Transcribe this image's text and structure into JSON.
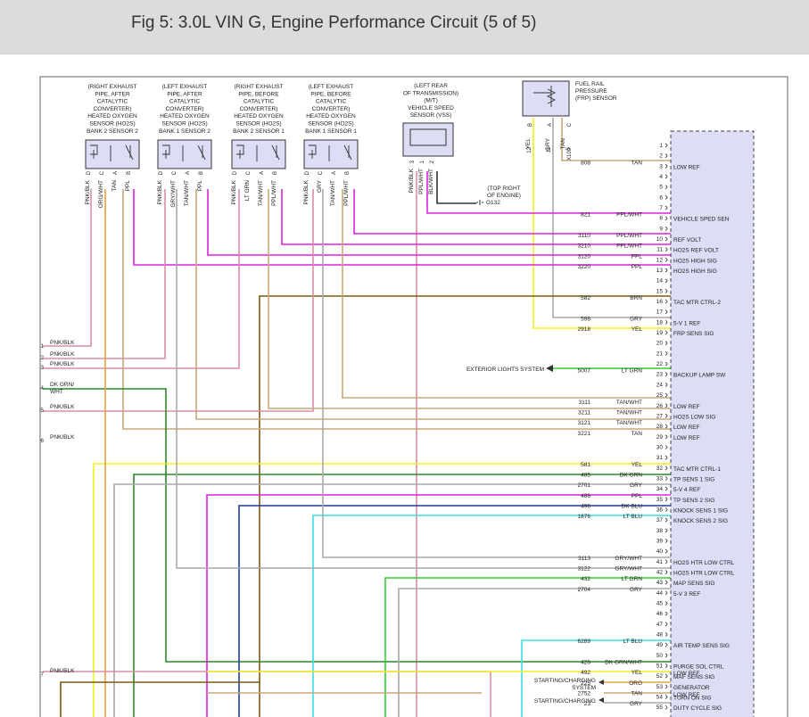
{
  "header": {
    "title": "Fig 5: 3.0L VIN G, Engine Performance Circuit (5 of 5)"
  },
  "sensors": [
    {
      "lines": [
        "(RIGHT EXHAUST",
        "PIPE, AFTER",
        "CATALYTIC",
        "CONVERTER)",
        "HEATED OXYGEN",
        "SENSOR (HO2S)",
        "BANK 2 SENSOR 2"
      ],
      "pins": [
        "D",
        "C",
        "A",
        "B"
      ],
      "wires": [
        "PNK/BLK",
        "ORG/WHT",
        "TAN",
        "PPL"
      ]
    },
    {
      "lines": [
        "(LEFT EXHAUST",
        "PIPE, AFTER",
        "CATALYTIC",
        "CONVERTER)",
        "HEATED OXYGEN",
        "SENSOR (HO2S)",
        "BANK 1 SENSOR 2"
      ],
      "pins": [
        "D",
        "C",
        "A",
        "B"
      ],
      "wires": [
        "PNK/BLK",
        "GRY/WHT",
        "TAN/WHT",
        "PPL"
      ]
    },
    {
      "lines": [
        "(RIGHT EXHAUST",
        "PIPE, BEFORE",
        "CATALYTIC",
        "CONVERTER)",
        "HEATED OXYGEN",
        "SENSOR (HO2S)",
        "BANK 2 SENSOR 1"
      ],
      "pins": [
        "D",
        "C",
        "A",
        "B"
      ],
      "wires": [
        "PNK/BLK",
        "LT GRN",
        "TAN/WHT",
        "PPL/WHT"
      ]
    },
    {
      "lines": [
        "(LEFT EXHAUST",
        "PIPE, BEFORE",
        "CATALYTIC",
        "CONVERTER)",
        "HEATED OXYGEN",
        "SENSOR (HO2S)",
        "BANK 1 SENSOR 1"
      ],
      "pins": [
        "D",
        "C",
        "A",
        "B"
      ],
      "wires": [
        "PNK/BLK",
        "GRY",
        "TAN/WHT",
        "PPL/WHT"
      ]
    }
  ],
  "vss": {
    "lines": [
      "(LEFT REAR",
      "OF TRANSMISSION)",
      "(M/T)",
      "VEHICLE SPEED",
      "SENSOR (VSS)"
    ],
    "pins": [
      "3",
      "1",
      "2"
    ],
    "wires": [
      "PNK/BLK",
      "PPL/WHT",
      "BLK/WHT"
    ],
    "ground_note": [
      "(TOP RIGHT",
      "OF ENGINE)"
    ],
    "ground": "G132"
  },
  "frp": {
    "lines": [
      "FUEL RAIL",
      "PRESSURE",
      "(FRP) SENSOR"
    ],
    "pins": [
      "B",
      "A",
      "C"
    ],
    "wires": [
      "YEL",
      "GRY",
      "TAN"
    ],
    "nums": [
      "12",
      "11",
      "5"
    ],
    "mark": "X100"
  },
  "left_pins": [
    {
      "num": "1",
      "wire": "PNK/BLK"
    },
    {
      "num": "2",
      "wire": "PNK/BLK"
    },
    {
      "num": "3",
      "wire": "PNK/BLK"
    },
    {
      "num": "4",
      "wire": "DK GRN/",
      "wire2": "WHT"
    },
    {
      "num": "5",
      "wire": "PNK/BLK"
    },
    {
      "num": "6",
      "wire": "PNK/BLK"
    },
    {
      "num": "7",
      "wire": "PNK/BLK"
    }
  ],
  "pcm_pins": [
    {
      "n": "1",
      "c": "",
      "w": "",
      "f": ""
    },
    {
      "n": "2",
      "c": "",
      "w": "",
      "f": ""
    },
    {
      "n": "3",
      "c": "808",
      "w": "TAN",
      "f": "LOW REF"
    },
    {
      "n": "4",
      "c": "",
      "w": "",
      "f": ""
    },
    {
      "n": "5",
      "c": "",
      "w": "",
      "f": ""
    },
    {
      "n": "6",
      "c": "",
      "w": "",
      "f": ""
    },
    {
      "n": "7",
      "c": "",
      "w": "",
      "f": ""
    },
    {
      "n": "8",
      "c": "821",
      "w": "PPL/WHT",
      "f": "VEHICLE SPED SEN"
    },
    {
      "n": "9",
      "c": "",
      "w": "",
      "f": ""
    },
    {
      "n": "10",
      "c": "3110",
      "w": "PPL/WHT",
      "f": "REF VOLT"
    },
    {
      "n": "11",
      "c": "3210",
      "w": "PPL/WHT",
      "f": "HO2S REF VOLT"
    },
    {
      "n": "12",
      "c": "3120",
      "w": "PPL",
      "f": "HO2S HIGH SIG"
    },
    {
      "n": "13",
      "c": "3220",
      "w": "PPL",
      "f": "HO2S HIGH SIG"
    },
    {
      "n": "14",
      "c": "",
      "w": "",
      "f": ""
    },
    {
      "n": "15",
      "c": "",
      "w": "",
      "f": ""
    },
    {
      "n": "16",
      "c": "582",
      "w": "BRN",
      "f": "TAC MTR CTRL-2"
    },
    {
      "n": "17",
      "c": "",
      "w": "",
      "f": ""
    },
    {
      "n": "18",
      "c": "598",
      "w": "GRY",
      "f": "5-V 1 REF"
    },
    {
      "n": "19",
      "c": "2918",
      "w": "YEL",
      "f": "FRP SENS SIG"
    },
    {
      "n": "20",
      "c": "",
      "w": "",
      "f": ""
    },
    {
      "n": "21",
      "c": "",
      "w": "",
      "f": ""
    },
    {
      "n": "22",
      "c": "",
      "w": "",
      "f": ""
    },
    {
      "n": "23",
      "c": "5007",
      "w": "LT GRN",
      "f": "BACKUP LAMP SW"
    },
    {
      "n": "24",
      "c": "",
      "w": "",
      "f": ""
    },
    {
      "n": "25",
      "c": "",
      "w": "",
      "f": ""
    },
    {
      "n": "26",
      "c": "3111",
      "w": "TAN/WHT",
      "f": "LOW REF"
    },
    {
      "n": "27",
      "c": "3211",
      "w": "TAN/WHT",
      "f": "HO2S LOW SIG"
    },
    {
      "n": "28",
      "c": "3121",
      "w": "TAN/WHT",
      "f": "LOW REF"
    },
    {
      "n": "29",
      "c": "3221",
      "w": "TAN",
      "f": "LOW REF"
    },
    {
      "n": "30",
      "c": "",
      "w": "",
      "f": ""
    },
    {
      "n": "31",
      "c": "",
      "w": "",
      "f": ""
    },
    {
      "n": "32",
      "c": "581",
      "w": "YEL",
      "f": "TAC MTR CTRL-1"
    },
    {
      "n": "33",
      "c": "485",
      "w": "DK GRN",
      "f": "TP SENS 1 SIG"
    },
    {
      "n": "34",
      "c": "2701",
      "w": "GRY",
      "f": "5-V 4 REF"
    },
    {
      "n": "35",
      "c": "486",
      "w": "PPL",
      "f": "TP SENS 2 SIG"
    },
    {
      "n": "36",
      "c": "496",
      "w": "DK BLU",
      "f": "KNOCK SENS 1 SIG"
    },
    {
      "n": "37",
      "c": "1876",
      "w": "LT BLU",
      "f": "KNOCK SENS 2 SIG"
    },
    {
      "n": "38",
      "c": "",
      "w": "",
      "f": ""
    },
    {
      "n": "39",
      "c": "",
      "w": "",
      "f": ""
    },
    {
      "n": "40",
      "c": "",
      "w": "",
      "f": ""
    },
    {
      "n": "41",
      "c": "3113",
      "w": "GRY/WHT",
      "f": "HO2S HTR LOW CTRL"
    },
    {
      "n": "42",
      "c": "3122",
      "w": "GRY/WHT",
      "f": "HO2S HTR LOW CTRL"
    },
    {
      "n": "43",
      "c": "432",
      "w": "LT GRN",
      "f": "MAP SENS SIG"
    },
    {
      "n": "44",
      "c": "2704",
      "w": "GRY",
      "f": "5-V 3 REF"
    },
    {
      "n": "45",
      "c": "",
      "w": "",
      "f": ""
    },
    {
      "n": "46",
      "c": "",
      "w": "",
      "f": ""
    },
    {
      "n": "47",
      "c": "",
      "w": "",
      "f": ""
    },
    {
      "n": "48",
      "c": "",
      "w": "",
      "f": ""
    },
    {
      "n": "49",
      "c": "6289",
      "w": "LT BLU",
      "f": "AIR TEMP SENS SIG"
    },
    {
      "n": "50",
      "c": "",
      "w": "",
      "f": ""
    },
    {
      "n": "51",
      "c": "428",
      "w": "DK GRN/WHT",
      "f": "PURGE SOL CTRL"
    },
    {
      "n": "52",
      "c": "492",
      "w": "YEL",
      "f": "MAF SENS SIG"
    },
    {
      "n": "53",
      "c": "225",
      "w": "ORG",
      "f": "GENERATOR"
    },
    {
      "n": "54",
      "c": "2752",
      "w": "TAN",
      "f": "TURN ON SIG"
    },
    {
      "n": "55",
      "c": "23",
      "w": "GRY",
      "f": "DUTY CYCLE SIG"
    }
  ],
  "extra_labels": {
    "low_ref_53": "LOW REF",
    "low_ref_55": "LOW REF",
    "ext_lights": "EXTERIOR LIGHTS SYSTEM",
    "sc1": [
      "STARTING/CHARGING",
      "SYSTEM"
    ],
    "sc2": "STARTING/CHARGING"
  },
  "colors": {
    "PPL": "#e020e0",
    "PNK": "#d890a0",
    "TAN": "#c8a878",
    "ORG": "#e8a040",
    "GRY": "#a8a8a8",
    "LTGRN": "#30d030",
    "DKGRN": "#2a8a2a",
    "YEL": "#f0f020",
    "BRN": "#7a5a10",
    "DKBLU": "#203c9a",
    "LTBLU": "#30e0e8",
    "PCM": "#ddddf6"
  }
}
